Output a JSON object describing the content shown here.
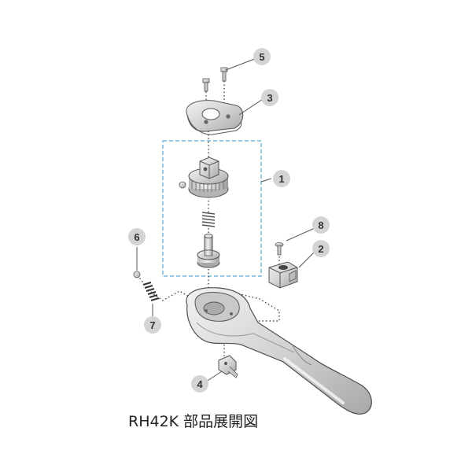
{
  "caption": "RH42K 部品展開図",
  "callouts": [
    {
      "id": "1",
      "label": "1"
    },
    {
      "id": "2",
      "label": "2"
    },
    {
      "id": "3",
      "label": "3"
    },
    {
      "id": "4",
      "label": "4"
    },
    {
      "id": "5",
      "label": "5"
    },
    {
      "id": "6",
      "label": "6"
    },
    {
      "id": "7",
      "label": "7"
    },
    {
      "id": "8",
      "label": "8"
    }
  ],
  "colors": {
    "part_fill": "#d7d7d7",
    "part_stroke": "#555555",
    "callout_bubble": "#d4d4d4",
    "assembly_box": "#55aacc",
    "leader": "#555555",
    "text": "#222222"
  }
}
